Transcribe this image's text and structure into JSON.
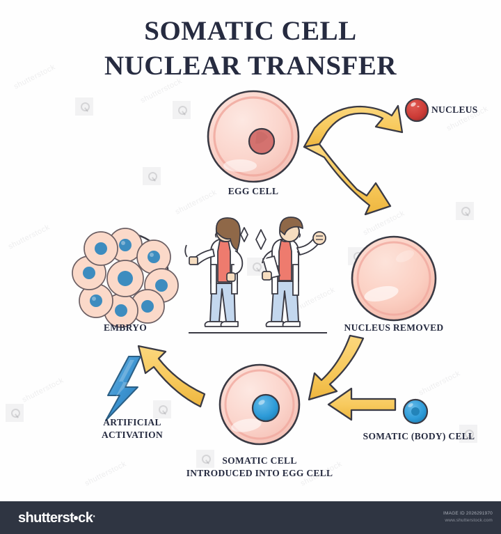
{
  "title": {
    "line1": "SOMATIC CELL",
    "line2": "NUCLEAR TRANSFER"
  },
  "labels": {
    "egg_cell": "EGG CELL",
    "nucleus": "NUCLEUS",
    "nucleus_removed": "NUCLEUS REMOVED",
    "somatic_body_cell": "SOMATIC (BODY) CELL",
    "somatic_introduced": "SOMATIC CELL\nINTRODUCED INTO EGG CELL",
    "artificial_activation": "ARTIFICIAL\nACTIVATION",
    "embryo": "EMBRYO"
  },
  "icons": {
    "egg_cell": "egg-cell-icon",
    "nucleus": "nucleus-icon",
    "nucleus_removed": "enucleated-cell-icon",
    "somatic_cell": "somatic-cell-icon",
    "fused_cell": "fused-egg-cell-icon",
    "embryo": "embryo-icon",
    "lightning": "lightning-bolt-icon",
    "scientists": "scientists-icon",
    "sparkles": "sparkle-icon",
    "arrow_fork": "forked-arrow-icon",
    "arrow_down_left": "curved-arrow-down-left-icon",
    "arrow_left": "straight-arrow-left-icon",
    "arrow_up_left": "curved-arrow-up-left-icon"
  },
  "colors": {
    "title_text": "#262b40",
    "cell_fill": "#fbd3ca",
    "cell_fill_light": "#fde4dd",
    "cell_stroke": "#e89a92",
    "cell_outline": "#3a3a44",
    "nucleus_red": "#cc3b36",
    "nucleus_red_dark": "#a8302c",
    "nucleus_pink": "#d4726f",
    "somatic_blue": "#2d9bd8",
    "somatic_blue_dark": "#1f7fb5",
    "embryo_cell": "#fbd9c9",
    "embryo_nucleus": "#3d8cbf",
    "arrow_yellow": "#f7c95c",
    "arrow_yellow_dark": "#e8b13f",
    "arrow_stroke": "#3a3a44",
    "lightning_blue": "#3d94d1",
    "coat_white": "#ffffff",
    "shirt_red": "#ee7b6e",
    "pants_blue": "#c3d7ee",
    "skin": "#f6ddc0",
    "hair_brown": "#8f6848",
    "line": "#3a3a44",
    "footer_bg": "#2f3542"
  },
  "footer": {
    "brand": "shutterst",
    "brand_tail": "ck",
    "image_id": "IMAGE ID 2026291970",
    "site": "www.shutterstock.com"
  },
  "watermark": {
    "text": "shutterstock"
  }
}
